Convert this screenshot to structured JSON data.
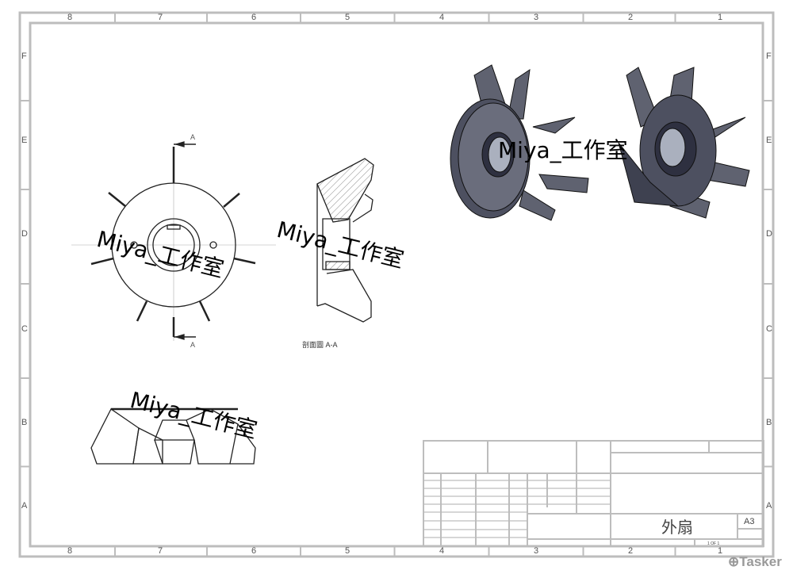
{
  "drawing": {
    "zones_top": [
      "8",
      "7",
      "6",
      "5",
      "4",
      "3",
      "2",
      "1"
    ],
    "zones_side": [
      "F",
      "E",
      "D",
      "C",
      "B",
      "A"
    ],
    "section_marker": "A",
    "section_caption": "剖面圖 A-A",
    "watermark": "Miya_工作室"
  },
  "title_block": {
    "part_name": "外扇",
    "sheet_size": "A3",
    "sheet_count": "1 OF 1"
  },
  "logo": "Tasker"
}
